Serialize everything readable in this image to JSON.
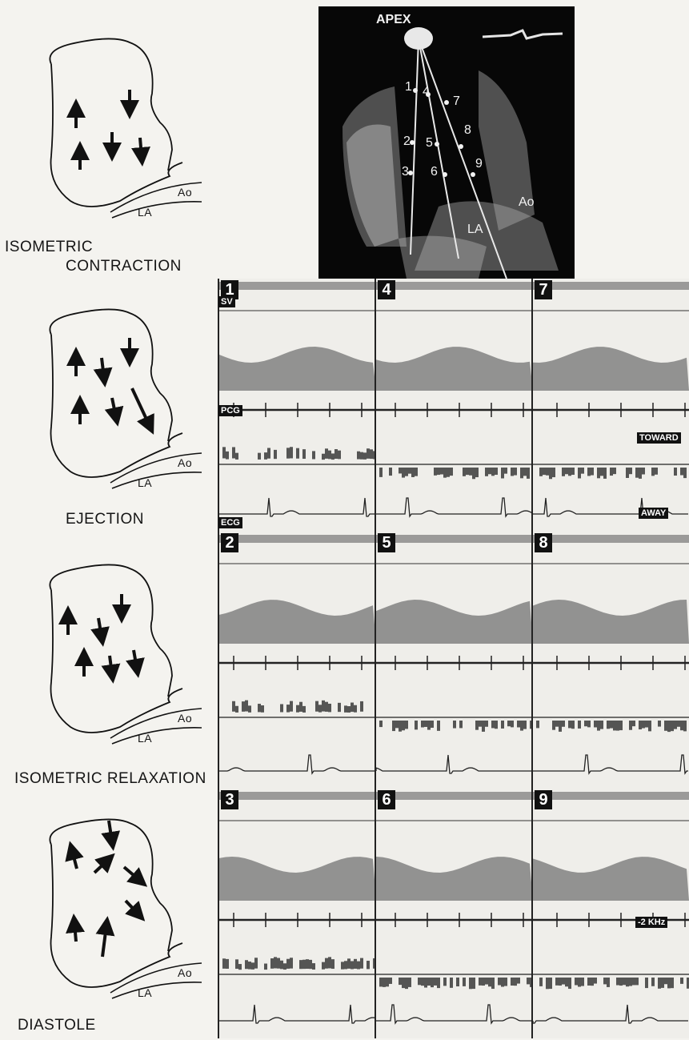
{
  "phases": [
    {
      "id": "isometric-contraction",
      "label_line1": "ISOMETRIC",
      "label_line2": "CONTRACTION"
    },
    {
      "id": "ejection",
      "label_line1": "EJECTION",
      "label_line2": ""
    },
    {
      "id": "isometric-relaxation",
      "label_line1": "ISOMETRIC RELAXATION",
      "label_line2": ""
    },
    {
      "id": "diastole",
      "label_line1": "DIASTOLE",
      "label_line2": ""
    }
  ],
  "anatomy": {
    "ao": "Ao",
    "la": "LA"
  },
  "echo": {
    "apex": "APEX",
    "ao": "Ao",
    "la": "LA",
    "sample_numbers": [
      "1",
      "2",
      "3",
      "4",
      "5",
      "6",
      "7",
      "8",
      "9"
    ]
  },
  "strip_labels": {
    "sv": "SV",
    "pcg": "PCG",
    "ecg": "ECG",
    "toward": "TOWARD",
    "away": "AWAY",
    "khz": "-2 KHz"
  },
  "strip_numbers": [
    "1",
    "4",
    "7",
    "2",
    "5",
    "8",
    "3",
    "6",
    "9"
  ]
}
